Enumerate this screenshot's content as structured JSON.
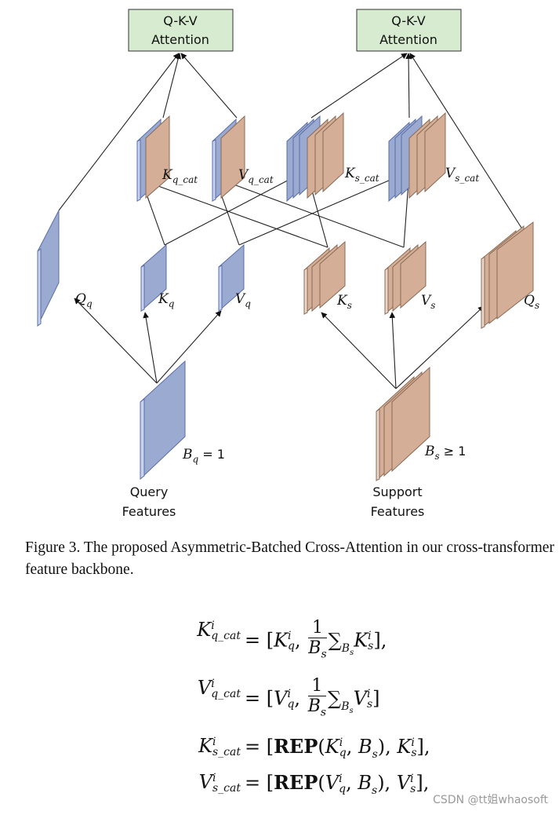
{
  "diagram": {
    "attention_left": [
      "Q-K-V",
      "Attention"
    ],
    "attention_right": [
      "Q-K-V",
      "Attention"
    ],
    "labels": {
      "kqcat": {
        "main": "K",
        "sub": "q_cat"
      },
      "vqcat": {
        "main": "V",
        "sub": "q_cat"
      },
      "kscat": {
        "main": "K",
        "sub": "s_cat"
      },
      "vscat": {
        "main": "V",
        "sub": "s_cat"
      },
      "qq": {
        "main": "Q",
        "sub": "q"
      },
      "kq": {
        "main": "K",
        "sub": "q"
      },
      "vq": {
        "main": "V",
        "sub": "q"
      },
      "ks": {
        "main": "K",
        "sub": "s"
      },
      "vs": {
        "main": "V",
        "sub": "s"
      },
      "qs": {
        "main": "Q",
        "sub": "s"
      },
      "bq": {
        "main": "B",
        "sub": "q",
        "rest": " = 1"
      },
      "bs": {
        "main": "B",
        "sub": "s",
        "rest": " ≥ 1"
      }
    },
    "query_features": [
      "Query",
      "Features"
    ],
    "support_features": [
      "Support",
      "Features"
    ],
    "colors": {
      "query": "#9aaad0",
      "support": "#d4ae96",
      "attention": "#d6ebcf"
    }
  },
  "caption": "Figure 3. The proposed Asymmetric-Batched Cross-Attention in our cross-transformer feature backbone.",
  "equations": {
    "eq1": {
      "lhs_main": "K",
      "lhs_sup": "i",
      "lhs_sub": "q_cat",
      "rhs": "= [K^i_q, (1/B_s) Σ_{B_s} K^i_s],"
    },
    "eq2": {
      "lhs_main": "V",
      "lhs_sup": "i",
      "lhs_sub": "q_cat",
      "rhs": "= [V^i_q, (1/B_s) Σ_{B_s} V^i_s]"
    },
    "eq3": {
      "lhs_main": "K",
      "lhs_sup": "i",
      "lhs_sub": "s_cat",
      "rhs": "= [REP(K^i_q, B_s), K^i_s],"
    },
    "eq4": {
      "lhs_main": "V",
      "lhs_sup": "i",
      "lhs_sub": "s_cat",
      "rhs": "= [REP(V^i_q, B_s), V^i_s],"
    }
  },
  "watermark": "CSDN @tt姐whaosoft"
}
